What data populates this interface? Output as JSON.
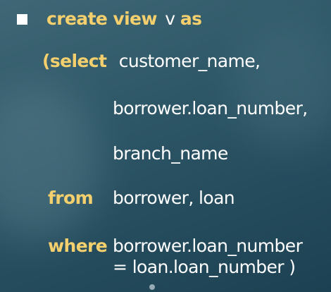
{
  "slide": {
    "line1": {
      "kw1": "create view",
      "id": "v",
      "kw2": "as"
    },
    "line2": {
      "paren": "(",
      "kw": "select",
      "id": "customer_name,"
    },
    "line3": {
      "id": "borrower.loan_number,"
    },
    "line4": {
      "id": "branch_name"
    },
    "line5": {
      "kw": "from",
      "id": "borrower, loan"
    },
    "line6": {
      "kw": "where",
      "id": "borrower.loan_number"
    },
    "line7": {
      "id": "= loan.loan_number )"
    }
  },
  "colors": {
    "keyword": "#f3cf6d",
    "identifier": "#ffffff",
    "background": "#2d5666"
  }
}
